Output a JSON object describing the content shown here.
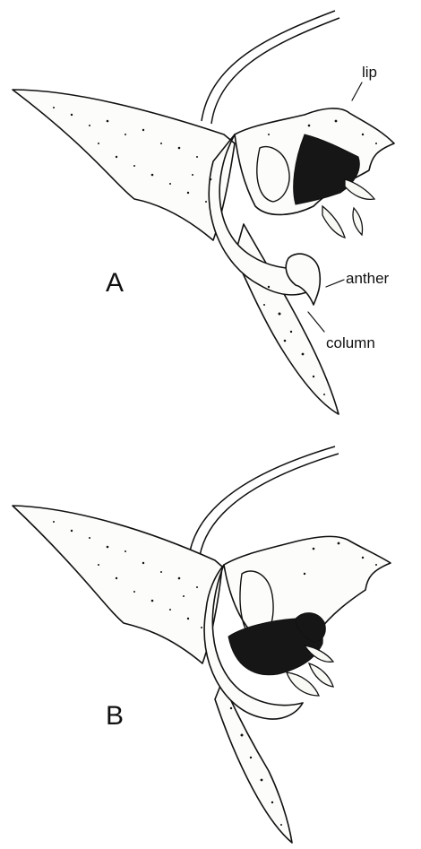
{
  "panels": [
    {
      "id": "A",
      "letter": "A",
      "callouts": {
        "lip": "lip",
        "anther": "anther",
        "column": "column"
      }
    },
    {
      "id": "B",
      "letter": "B"
    }
  ],
  "colors": {
    "ink": "#111111",
    "paper": "#ffffff"
  }
}
